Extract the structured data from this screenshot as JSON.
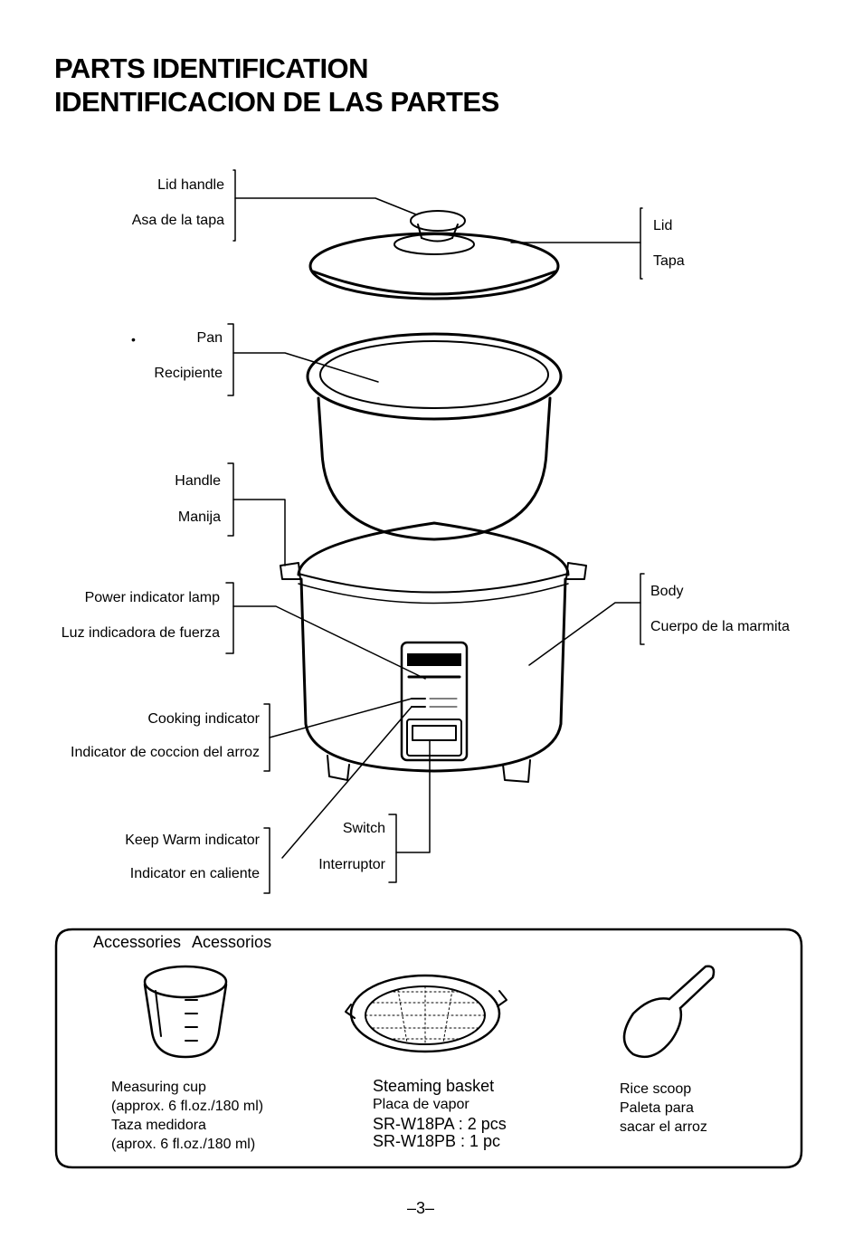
{
  "header": {
    "title_en": "PARTS IDENTIFICATION",
    "title_es": "IDENTIFICACION DE LAS PARTES"
  },
  "parts": {
    "lid_handle": {
      "en": "Lid handle",
      "es": "Asa de la tapa"
    },
    "lid": {
      "en": "Lid",
      "es": "Tapa"
    },
    "pan": {
      "en": "Pan",
      "es": "Recipiente"
    },
    "handle": {
      "en": "Handle",
      "es": "Manija"
    },
    "power_lamp": {
      "en": "Power indicator lamp",
      "es": "Luz indicadora de fuerza"
    },
    "body": {
      "en": "Body",
      "es": "Cuerpo de la marmita"
    },
    "cooking_indicator": {
      "en": "Cooking indicator",
      "es": "Indicator de coccion del arroz"
    },
    "keep_warm": {
      "en": "Keep Warm indicator",
      "es": "Indicator en caliente"
    },
    "switch": {
      "en": "Switch",
      "es": "Interruptor"
    }
  },
  "accessories": {
    "title_en": "Accessories",
    "title_es": "Acessorios",
    "measuring_cup": {
      "line1": "Measuring cup",
      "line2": "(approx. 6 fl.oz./180 ml)",
      "line3": "Taza medidora",
      "line4": "(aprox. 6 fl.oz./180 ml)"
    },
    "steaming_basket": {
      "line1": "Steaming basket",
      "line2": "Placa de vapor",
      "line3": "SR-W18PA : 2 pcs",
      "line4": "SR-W18PB : 1 pc"
    },
    "rice_scoop": {
      "line1": "Rice scoop",
      "line2": "Paleta para",
      "line3": "sacar el arroz"
    }
  },
  "footer": {
    "page_number": "–3–"
  }
}
